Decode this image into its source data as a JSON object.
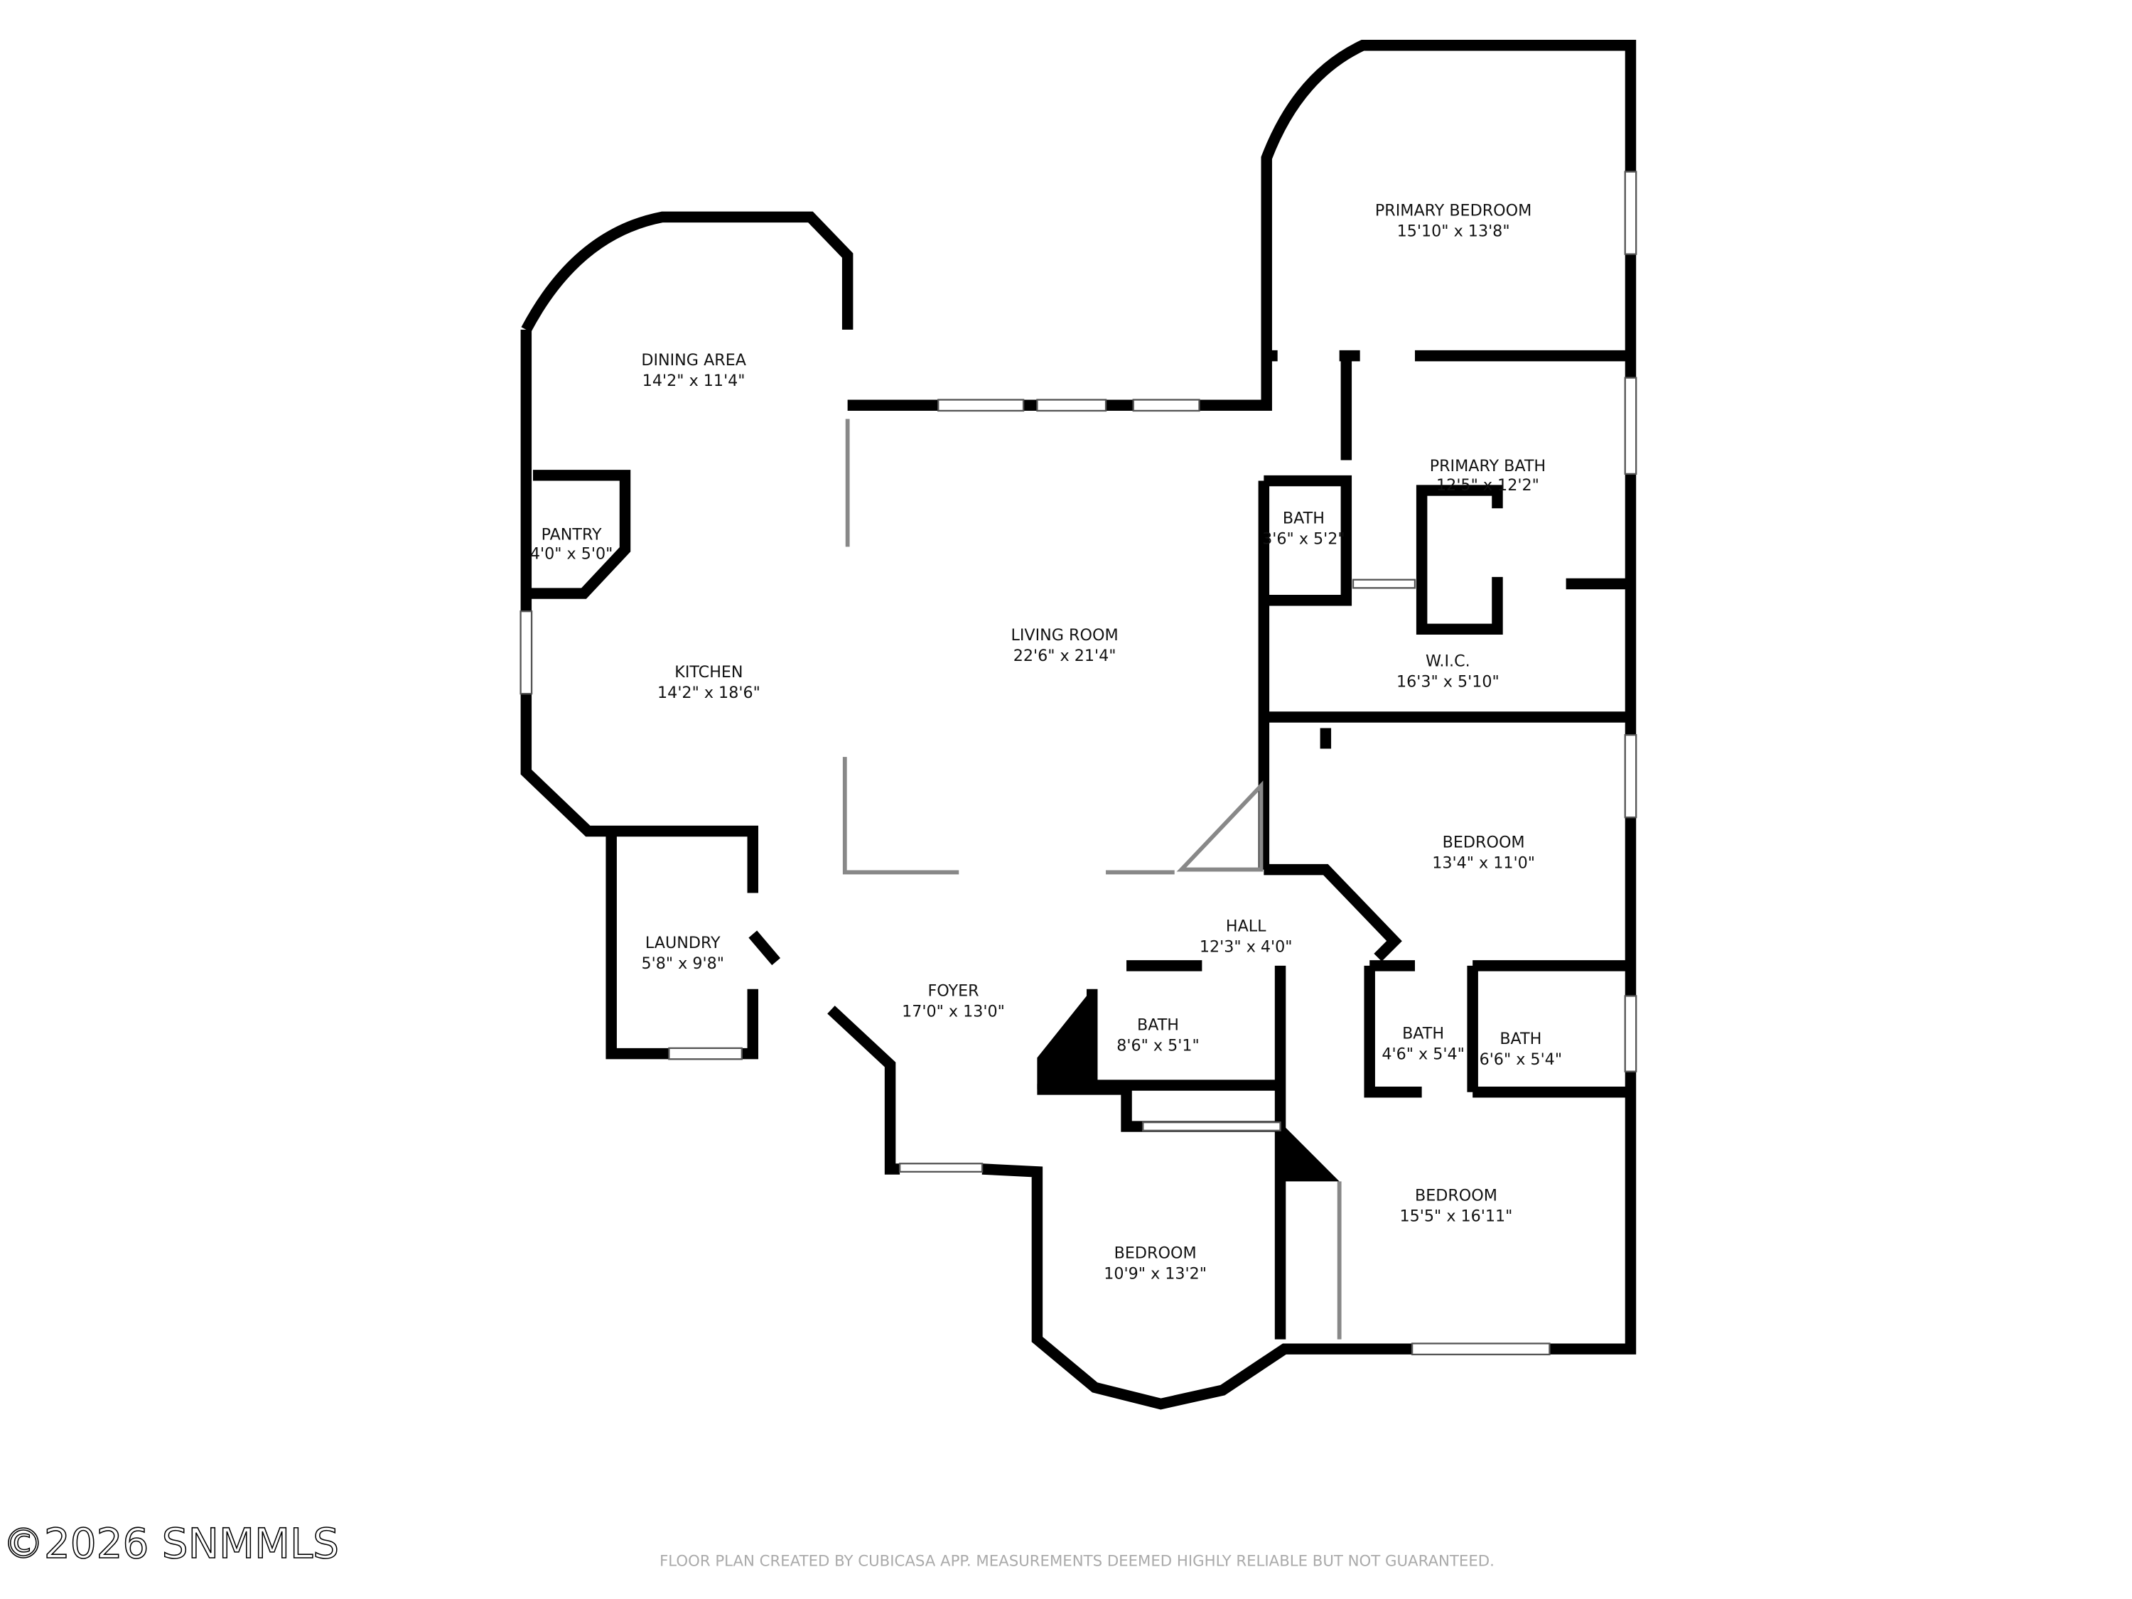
{
  "rooms": [
    {
      "name": "PRIMARY BEDROOM",
      "size": "15'10\" x 13'8\""
    },
    {
      "name": "DINING AREA",
      "size": "14'2\" x 11'4\""
    },
    {
      "name": "PRIMARY BATH",
      "size": "12'5\" x 12'2\""
    },
    {
      "name": "BATH",
      "size": "3'6\" x 5'2\""
    },
    {
      "name": "PANTRY",
      "size": "4'0\" x 5'0\""
    },
    {
      "name": "LIVING ROOM",
      "size": "22'6\" x 21'4\""
    },
    {
      "name": "KITCHEN",
      "size": "14'2\" x 18'6\""
    },
    {
      "name": "W.I.C.",
      "size": "16'3\" x 5'10\""
    },
    {
      "name": "BEDROOM",
      "size": "13'4\" x 11'0\""
    },
    {
      "name": "HALL",
      "size": "12'3\" x 4'0\""
    },
    {
      "name": "LAUNDRY",
      "size": "5'8\" x 9'8\""
    },
    {
      "name": "FOYER",
      "size": "17'0\" x 13'0\""
    },
    {
      "name": "BATH",
      "size": "8'6\" x 5'1\""
    },
    {
      "name": "BATH",
      "size": "4'6\" x 5'4\""
    },
    {
      "name": "BATH",
      "size": "6'6\" x 5'4\""
    },
    {
      "name": "BEDROOM",
      "size": "15'5\" x 16'11\""
    },
    {
      "name": "BEDROOM",
      "size": "10'9\" x 13'2\""
    }
  ],
  "watermark": "©2026 SNMMLS",
  "footer": "FLOOR PLAN CREATED BY CUBICASA APP. MEASUREMENTS DEEMED HIGHLY RELIABLE BUT NOT GUARANTEED."
}
